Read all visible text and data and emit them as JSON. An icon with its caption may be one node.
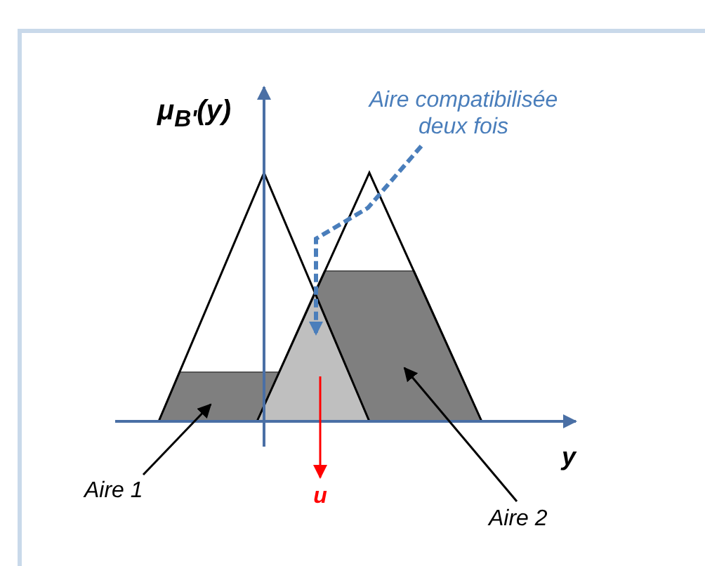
{
  "diagram": {
    "nodes": [
      {
        "text": [
          "Aire compatibilisée deux fois"
        ]
      },
      {
        "text": [],
        "shape": "trapezoid"
      },
      {
        "text": [],
        "shape": "triangle"
      },
      {
        "text": [],
        "shape": "trapezoid"
      },
      {
        "text": [
          "Aire 1"
        ]
      },
      {
        "text": [
          "u"
        ]
      },
      {
        "text": [
          "Aire 2"
        ]
      }
    ],
    "edges": [
      {
        "from": 0,
        "to": 2,
        "arrow": "to",
        "style": "dashed",
        "color": "#4a7ebb"
      },
      {
        "from": 4,
        "to": 1,
        "arrow": "to"
      },
      {
        "from": 2,
        "to": 5,
        "arrow": "to",
        "color": "#ff0000"
      },
      {
        "from": 6,
        "to": 3,
        "arrow": "to"
      }
    ],
    "labels": [
      "μ$_{B'}$(y)",
      "y"
    ]
  }
}
